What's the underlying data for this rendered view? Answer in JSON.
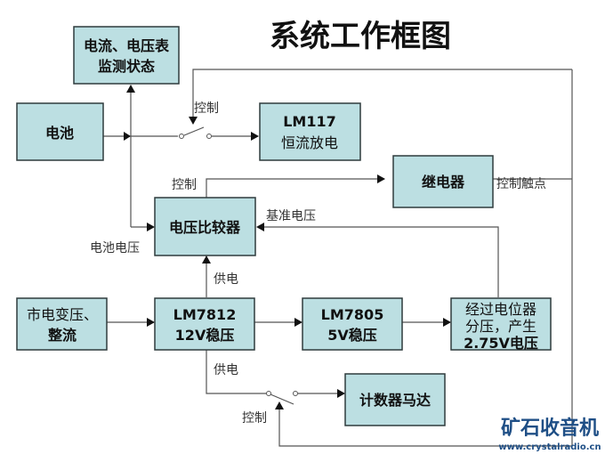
{
  "title": "系统工作框图",
  "blocks": {
    "meter": [
      "电流、电压表",
      "监测状态"
    ],
    "battery": [
      "电池"
    ],
    "lm117": [
      "LM117",
      "恒流放电"
    ],
    "relay": [
      "继电器"
    ],
    "comparator": [
      "电压比较器"
    ],
    "mains": [
      "市电变压、",
      "整流"
    ],
    "lm7812": [
      "LM7812",
      "12V稳压"
    ],
    "lm7805": [
      "LM7805",
      "5V稳压"
    ],
    "divider": [
      "经过电位器",
      "分压，产生",
      "2.75V电压"
    ],
    "counter": [
      "计数器马达"
    ]
  },
  "labels": {
    "control_top": "控制",
    "control_mid": "控制",
    "control_contact": "控制触点",
    "reference_voltage": "基准电压",
    "battery_voltage": "电池电压",
    "power_upper": "供电",
    "power_lower": "供电",
    "control_bottom": "控制"
  },
  "watermark": {
    "name": "矿石收音机",
    "url": "www.crystalradio.cn"
  },
  "colors": {
    "block_fill": "#bcdfe2",
    "watermark": "#1f4f86"
  }
}
